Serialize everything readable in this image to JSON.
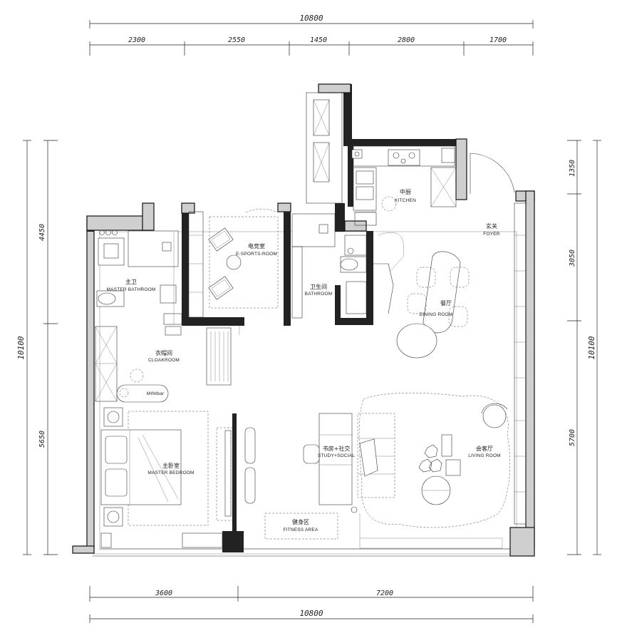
{
  "dimensions": {
    "top_total": "10800",
    "top_segments": [
      "2300",
      "2550",
      "1450",
      "2800",
      "1700"
    ],
    "bottom_segments": [
      "3600",
      "7200"
    ],
    "bottom_total": "10800",
    "left_segments": [
      "4450",
      "5650"
    ],
    "left_total": "10100",
    "right_segments": [
      "1350",
      "3050",
      "5700"
    ],
    "right_total": "10100"
  },
  "rooms": {
    "kitchen": {
      "cn": "中厨",
      "en": "KITCHEN"
    },
    "foyer": {
      "cn": "玄关",
      "en": "FOYER"
    },
    "esports": {
      "cn": "电竞室",
      "en": "E-SPORTS-ROOM"
    },
    "bathroom": {
      "cn": "卫生间",
      "en": "BATHROOM"
    },
    "master_bath": {
      "cn": "主卫",
      "en": "MASTER BATHROOM"
    },
    "dining": {
      "cn": "餐厅",
      "en": "DINING ROOM"
    },
    "cloakroom": {
      "cn": "衣帽间",
      "en": "CLOAKROOM"
    },
    "minibar": {
      "en": "MINIbar"
    },
    "master_bed": {
      "cn": "主卧室",
      "en": "MASTER BEDROOM"
    },
    "study": {
      "cn": "书房+社交",
      "en": "STUDY+SOCIAL"
    },
    "living": {
      "cn": "会客厅",
      "en": "LIVING ROOM"
    },
    "fitness": {
      "cn": "健身区",
      "en": "FITNESS AREA"
    }
  }
}
